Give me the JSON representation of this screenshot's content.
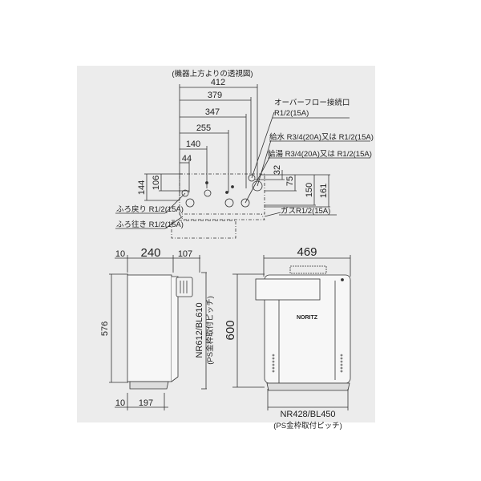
{
  "top_view": {
    "caption": "(機器上方よりの透視図)",
    "widths": [
      "412",
      "379",
      "347",
      "255",
      "140",
      "44"
    ],
    "heights_left": [
      "144",
      "106"
    ],
    "heights_right": [
      "32",
      "75",
      "150",
      "161"
    ],
    "labels": {
      "overflow": "オーバーフロー接続口",
      "overflow_size": "R1/2(15A)",
      "water_supply": "給水 R3/4(20A)又は R1/2(15A)",
      "hot_water": "給湯 R3/4(20A)又は R1/2(15A)",
      "bath_return": "ふろ戻り R1/2(15A)",
      "bath_supply": "ふろ往き R1/2(15A)",
      "gas": "ガスR1/2(15A)"
    }
  },
  "side_view": {
    "top_left": "10",
    "depth": "240",
    "top_right": "107",
    "height": "576",
    "bottom_left": "10",
    "bottom_depth": "197",
    "pitch": "NR612/BL610",
    "pitch_note": "(PS金枠取付ピッチ)"
  },
  "front_view": {
    "width": "469",
    "height": "600",
    "brand": "NORITZ",
    "pitch": "NR428/BL450",
    "pitch_note": "(PS金枠取付ピッチ)"
  },
  "colors": {
    "panel_bg": "#ececec",
    "line": "#333333",
    "unit_fill": "#f7f7f7"
  }
}
